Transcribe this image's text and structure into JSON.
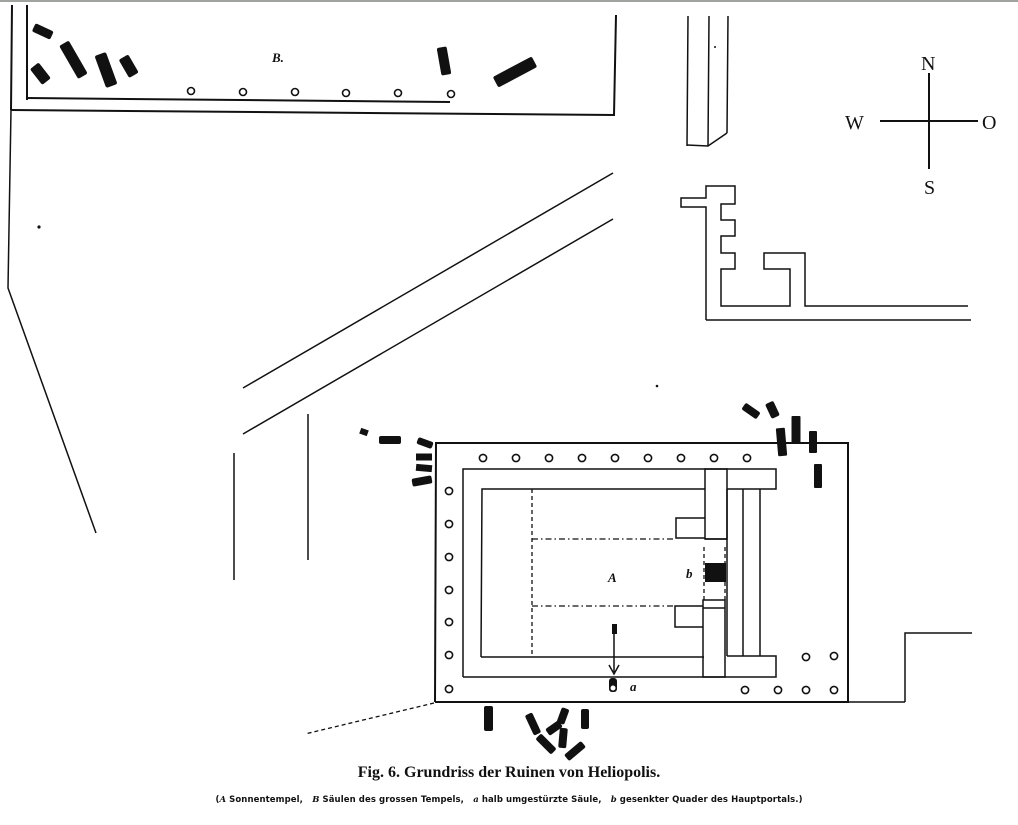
{
  "figure": {
    "title": "Fig. 6.  Grundriss der Ruinen von Heliopolis.",
    "legend": [
      {
        "key": "A",
        "text": "Sonnentempel,"
      },
      {
        "key": "B",
        "text": "Säulen des grossen Tempels,"
      },
      {
        "key": "a",
        "text": "halb umgestürzte Säule,"
      },
      {
        "key": "b",
        "text": "gesenkter Quader des Hauptportals.)"
      }
    ],
    "legend_open_paren": "("
  },
  "compass": {
    "north": "N",
    "south": "S",
    "west": "W",
    "east": "O"
  },
  "plan_labels": {
    "great_temple": "B.",
    "sun_temple": "A",
    "fallen_column": "a",
    "sunken_block": "b"
  },
  "colors": {
    "ink": "#111111",
    "paper": "#ffffff",
    "top_border": "#a0a3a0"
  }
}
